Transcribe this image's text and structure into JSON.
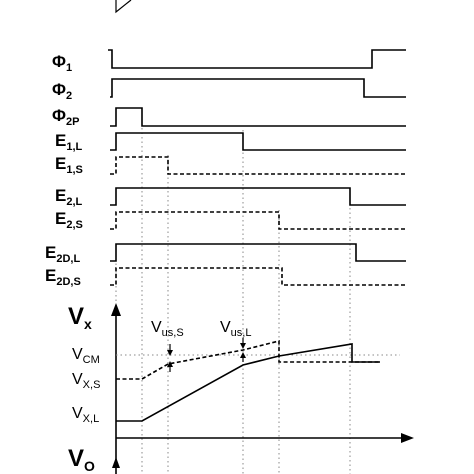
{
  "signals": [
    {
      "name": "Φ",
      "sub": "1"
    },
    {
      "name": "Φ",
      "sub": "2"
    },
    {
      "name": "Φ",
      "sub": "2P"
    },
    {
      "name": "E",
      "sub": "1,L"
    },
    {
      "name": "E",
      "sub": "1,S"
    },
    {
      "name": "E",
      "sub": "2,L"
    },
    {
      "name": "E",
      "sub": "2,S"
    },
    {
      "name": "E",
      "sub": "2D,L"
    },
    {
      "name": "E",
      "sub": "2D,S"
    }
  ],
  "vx_axis": {
    "name": "V",
    "sub": "x"
  },
  "vo_axis": {
    "name": "V",
    "sub": "O"
  },
  "levels": {
    "vcm": {
      "name": "V",
      "sub": "CM"
    },
    "vxs": {
      "name": "V",
      "sub": "X,S"
    },
    "vxl": {
      "name": "V",
      "sub": "X,L"
    }
  },
  "annotations": {
    "vus_s": {
      "name": "V",
      "sub": "us,S"
    },
    "vus_l": {
      "name": "V",
      "sub": "us,L"
    }
  }
}
